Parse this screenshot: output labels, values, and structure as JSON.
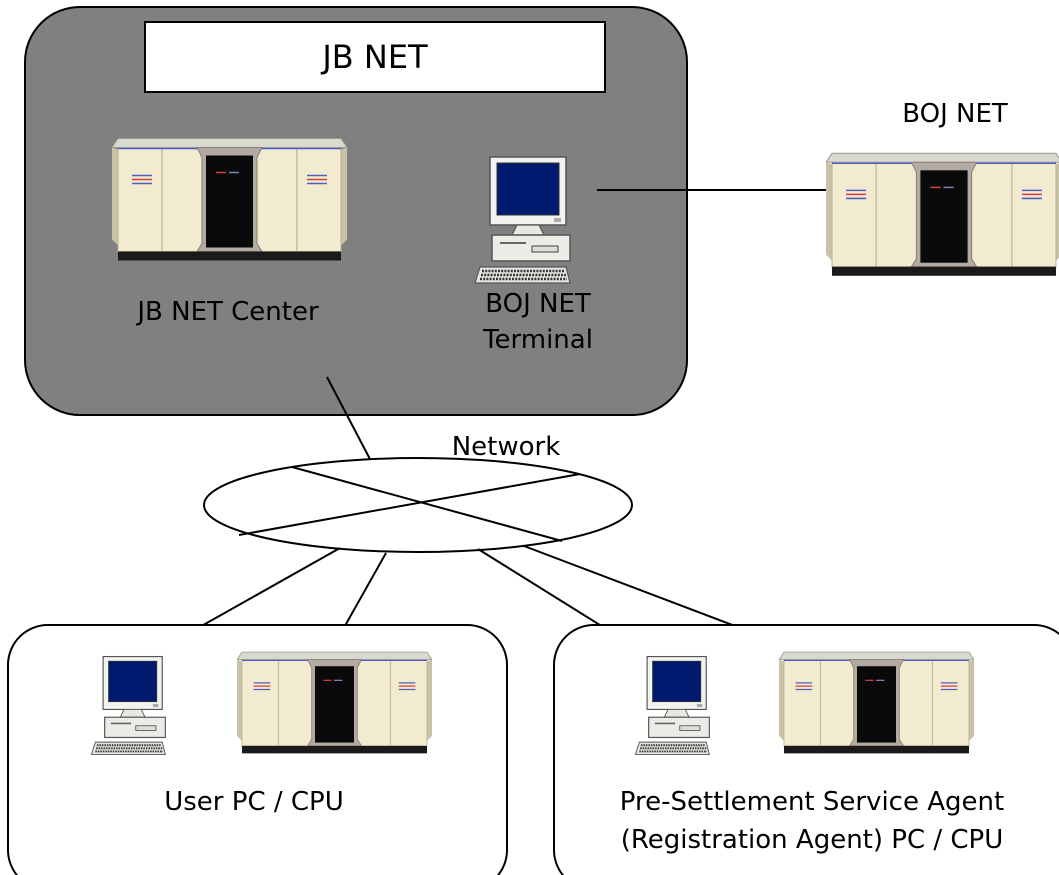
{
  "jbnet": {
    "title": "JB NET",
    "center_label": "JB NET Center",
    "terminal_label_line1": "BOJ NET",
    "terminal_label_line2": "Terminal"
  },
  "bojnet": {
    "label": "BOJ NET"
  },
  "network": {
    "label": "Network"
  },
  "user": {
    "label": "User PC / CPU"
  },
  "agent": {
    "label_line1": "Pre-Settlement Service Agent",
    "label_line2": "(Registration Agent) PC / CPU"
  },
  "colors": {
    "panel_fill": "#808080",
    "cabinet_fill": "#f2ebcf",
    "cabinet_side": "#e4dcb8",
    "cabinet_door": "#b3aaa2",
    "cabinet_base": "#1a1a1a",
    "screen": "#001a70"
  }
}
